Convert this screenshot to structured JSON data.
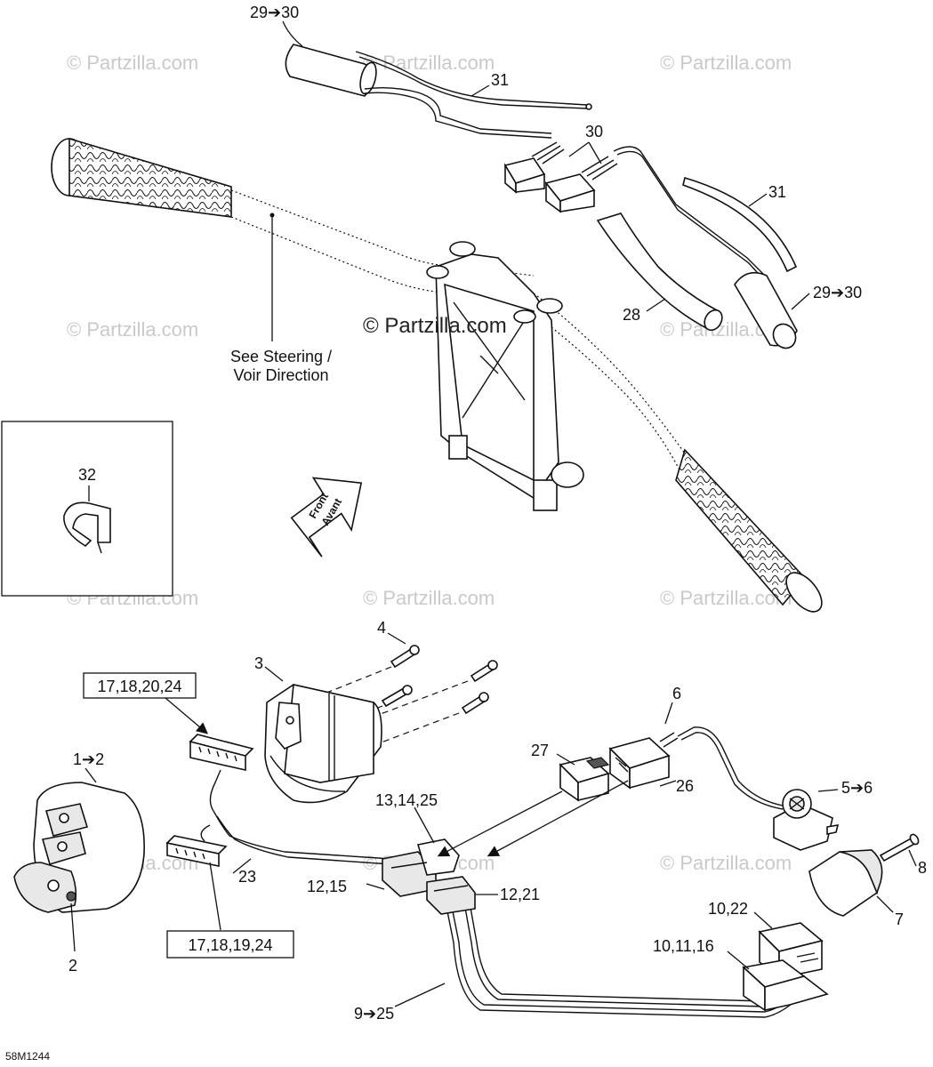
{
  "watermarks": [
    "© Partzilla.com"
  ],
  "center_watermark": "© Partzilla.com",
  "steering_note": [
    "See Steering /",
    "Voir Direction"
  ],
  "front_arrow": [
    "Front",
    "Avant"
  ],
  "diagram_code": "58M1244",
  "callouts": {
    "c29_30_top": "29➔30",
    "c31_top": "31",
    "c30": "30",
    "c31_right": "31",
    "c28": "28",
    "c29_30_right": "29➔30",
    "c32": "32",
    "c4": "4",
    "c3": "3",
    "c17_18_20_24": "17,18,20,24",
    "c27": "27",
    "c6": "6",
    "c1_2": "1➔2",
    "c26": "26",
    "c13_14_25": "13,14,25",
    "c5_6": "5➔6",
    "c12_15": "12,15",
    "c12_21": "12,21",
    "c23": "23",
    "c8": "8",
    "c7": "7",
    "c2": "2",
    "c17_18_19_24": "17,18,19,24",
    "c10_22": "10,22",
    "c10_11_16": "10,11,16",
    "c9_25": "9➔25"
  }
}
